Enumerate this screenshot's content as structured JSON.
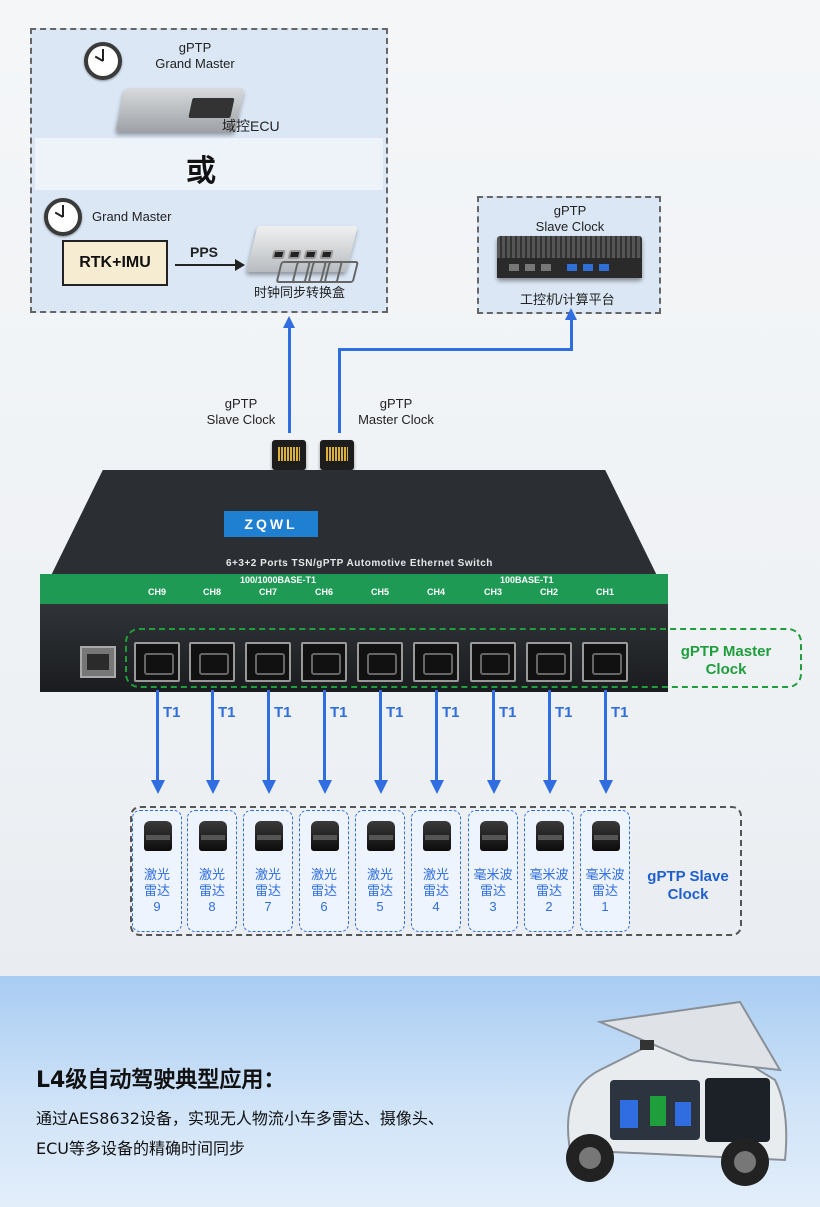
{
  "top_left": {
    "grand_master_1": "gPTP\nGrand Master",
    "ecu_label": "域控ECU",
    "or_text": "或",
    "grand_master_2": "Grand Master",
    "rtk_label": "RTK+IMU",
    "pps_label": "PPS",
    "converter_label": "时钟同步转换盒"
  },
  "top_right": {
    "slave_clock": "gPTP\nSlave Clock",
    "ipc_label": "工控机/计算平台"
  },
  "links": {
    "left_label": "gPTP\nSlave Clock",
    "right_label": "gPTP\nMaster  Clock"
  },
  "switch": {
    "logo": "ZQWL",
    "title": "6+3+2 Ports TSN/gPTP Automotive Ethernet Switch",
    "group_left": "100/1000BASE-T1",
    "group_right": "100BASE-T1",
    "channels": [
      "CH9",
      "CH8",
      "CH7",
      "CH6",
      "CH5",
      "CH4",
      "CH3",
      "CH2",
      "CH1"
    ]
  },
  "master_clock_label": "gPTP Master\nClock",
  "link_type": "T1",
  "sensors": [
    {
      "line1": "激光",
      "line2": "雷达",
      "num": "9"
    },
    {
      "line1": "激光",
      "line2": "雷达",
      "num": "8"
    },
    {
      "line1": "激光",
      "line2": "雷达",
      "num": "7"
    },
    {
      "line1": "激光",
      "line2": "雷达",
      "num": "6"
    },
    {
      "line1": "激光",
      "line2": "雷达",
      "num": "5"
    },
    {
      "line1": "激光",
      "line2": "雷达",
      "num": "4"
    },
    {
      "line1": "毫米波",
      "line2": "雷达",
      "num": "3"
    },
    {
      "line1": "毫米波",
      "line2": "雷达",
      "num": "2"
    },
    {
      "line1": "毫米波",
      "line2": "雷达",
      "num": "1"
    }
  ],
  "slave_clock_label": "gPTP Slave\nClock",
  "banner": {
    "title": "L4级自动驾驶典型应用：",
    "line1": "通过AES8632设备，实现无人物流小车多雷达、摄像头、",
    "line2": "ECU等多设备的精确时间同步"
  },
  "colors": {
    "accent_blue": "#2f6de0",
    "accent_green": "#1f9e3c",
    "switch_green": "#1f9a55"
  }
}
